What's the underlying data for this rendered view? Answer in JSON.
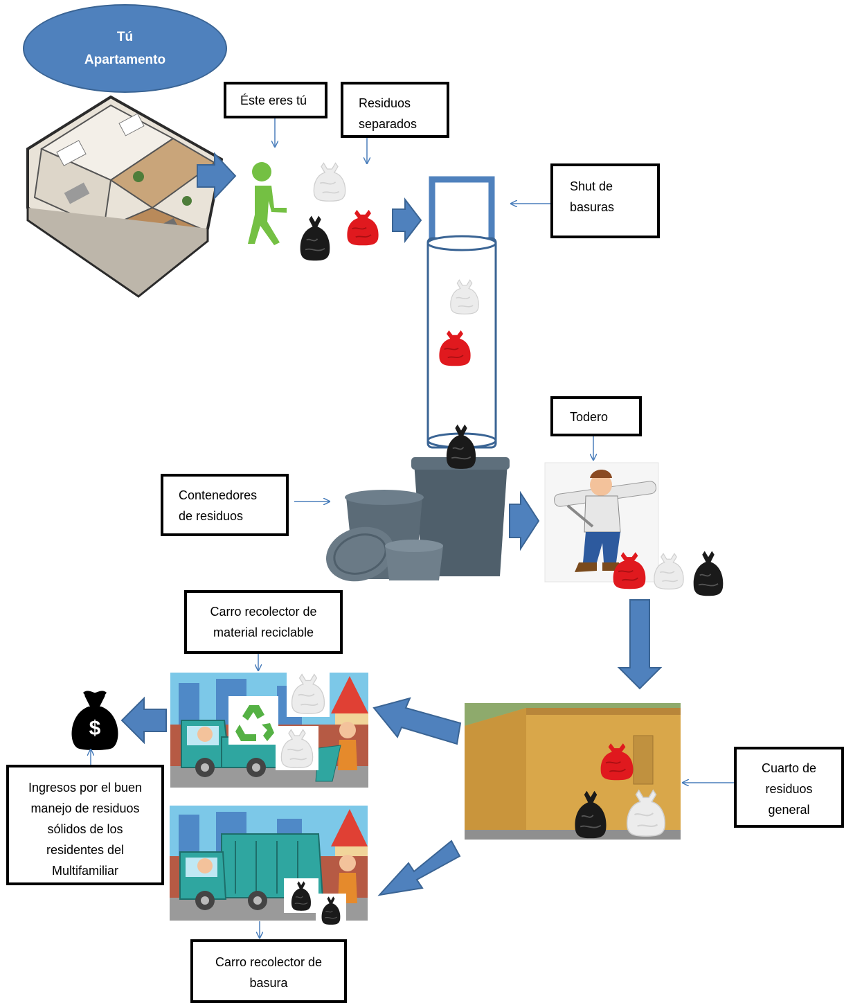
{
  "title": {
    "line1": "Tú",
    "line2": "Apartamento"
  },
  "labels": {
    "este_eres_tu": "Éste eres tú",
    "residuos_separados": [
      "Residuos",
      "separados"
    ],
    "shut": [
      "Shut de",
      "basuras"
    ],
    "todero": "Todero",
    "contenedores": [
      "Contenedores",
      "de residuos"
    ],
    "carro_reciclable": [
      "Carro recolector de",
      "material reciclable"
    ],
    "cuarto": [
      "Cuarto de",
      "residuos",
      "general"
    ],
    "ingresos": [
      "Ingresos por el buen",
      "manejo de residuos",
      "sólidos de los",
      "residentes del",
      "Multifamiliar"
    ],
    "carro_basura": [
      "Carro recolector de",
      "basura"
    ]
  },
  "icons": {
    "money": "$"
  },
  "colors": {
    "arrow_fill": "#4f81bd",
    "arrow_stroke": "#3a6494",
    "line": "#4a7ebb",
    "bag_red": "#e0191e",
    "bag_black": "#1a1a1a",
    "bag_white": "#e8e8e8"
  }
}
